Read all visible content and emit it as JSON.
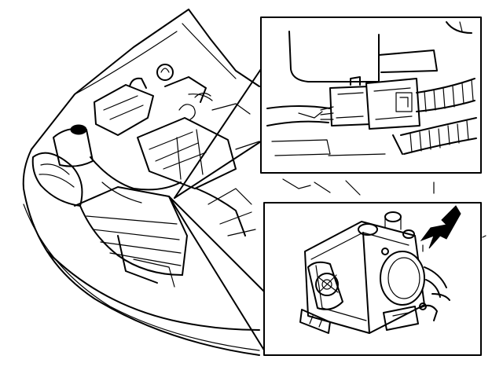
{
  "illustration": {
    "style": "black line drawing on white",
    "stroke_color": "#000000",
    "background_color": "#ffffff",
    "overview": "engine-bay",
    "detail_top": "electrical-connector",
    "detail_bottom": "throttle-body",
    "pointer": "arrow-icon"
  }
}
